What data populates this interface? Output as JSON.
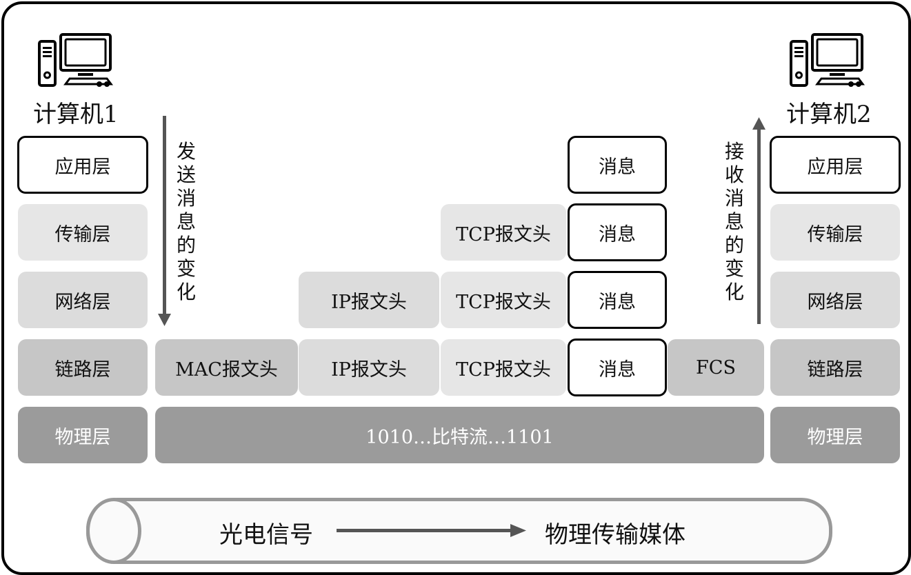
{
  "computers": [
    {
      "label": "计算机1"
    },
    {
      "label": "计算机2"
    }
  ],
  "layers": [
    "应用层",
    "传输层",
    "网络层",
    "链路层",
    "物理层"
  ],
  "send_label": "发送消息的变化",
  "receive_label": "接收消息的变化",
  "segments": {
    "message": "消息",
    "tcp_header": "TCP报文头",
    "ip_header": "IP报文头",
    "mac_header": "MAC报文头",
    "fcs": "FCS",
    "bitstream": "1010…比特流…1101"
  },
  "medium": {
    "signal": "光电信号",
    "media": "物理传输媒体"
  },
  "colors": {
    "transport": "#e6e6e6",
    "network": "#dcdcdc",
    "link": "#c6c6c6",
    "physical": "#9b9b9b",
    "arrow": "#555555"
  }
}
